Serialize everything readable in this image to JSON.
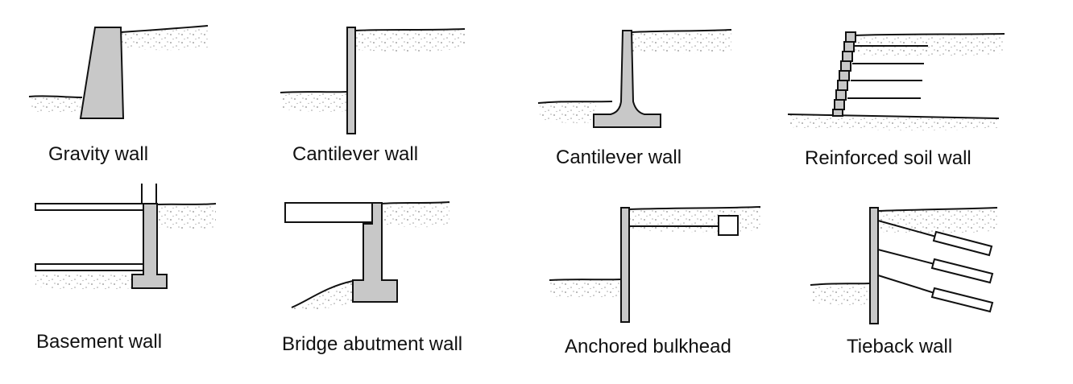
{
  "figure": {
    "panels": [
      {
        "id": "gravity",
        "label": "Gravity wall"
      },
      {
        "id": "cantilever-1",
        "label": "Cantilever wall"
      },
      {
        "id": "cantilever-2",
        "label": "Cantilever wall"
      },
      {
        "id": "reinforced-soil",
        "label": "Reinforced soil wall"
      },
      {
        "id": "basement",
        "label": "Basement wall"
      },
      {
        "id": "bridge-abutment",
        "label": "Bridge abutment wall"
      },
      {
        "id": "anchored-bulkhead",
        "label": "Anchored bulkhead"
      },
      {
        "id": "tieback",
        "label": "Tieback wall"
      }
    ]
  },
  "colors": {
    "wall_fill": "#c8c8c8",
    "ink": "#111111",
    "soil_dot": "#8a8a8a",
    "background": "#ffffff"
  }
}
